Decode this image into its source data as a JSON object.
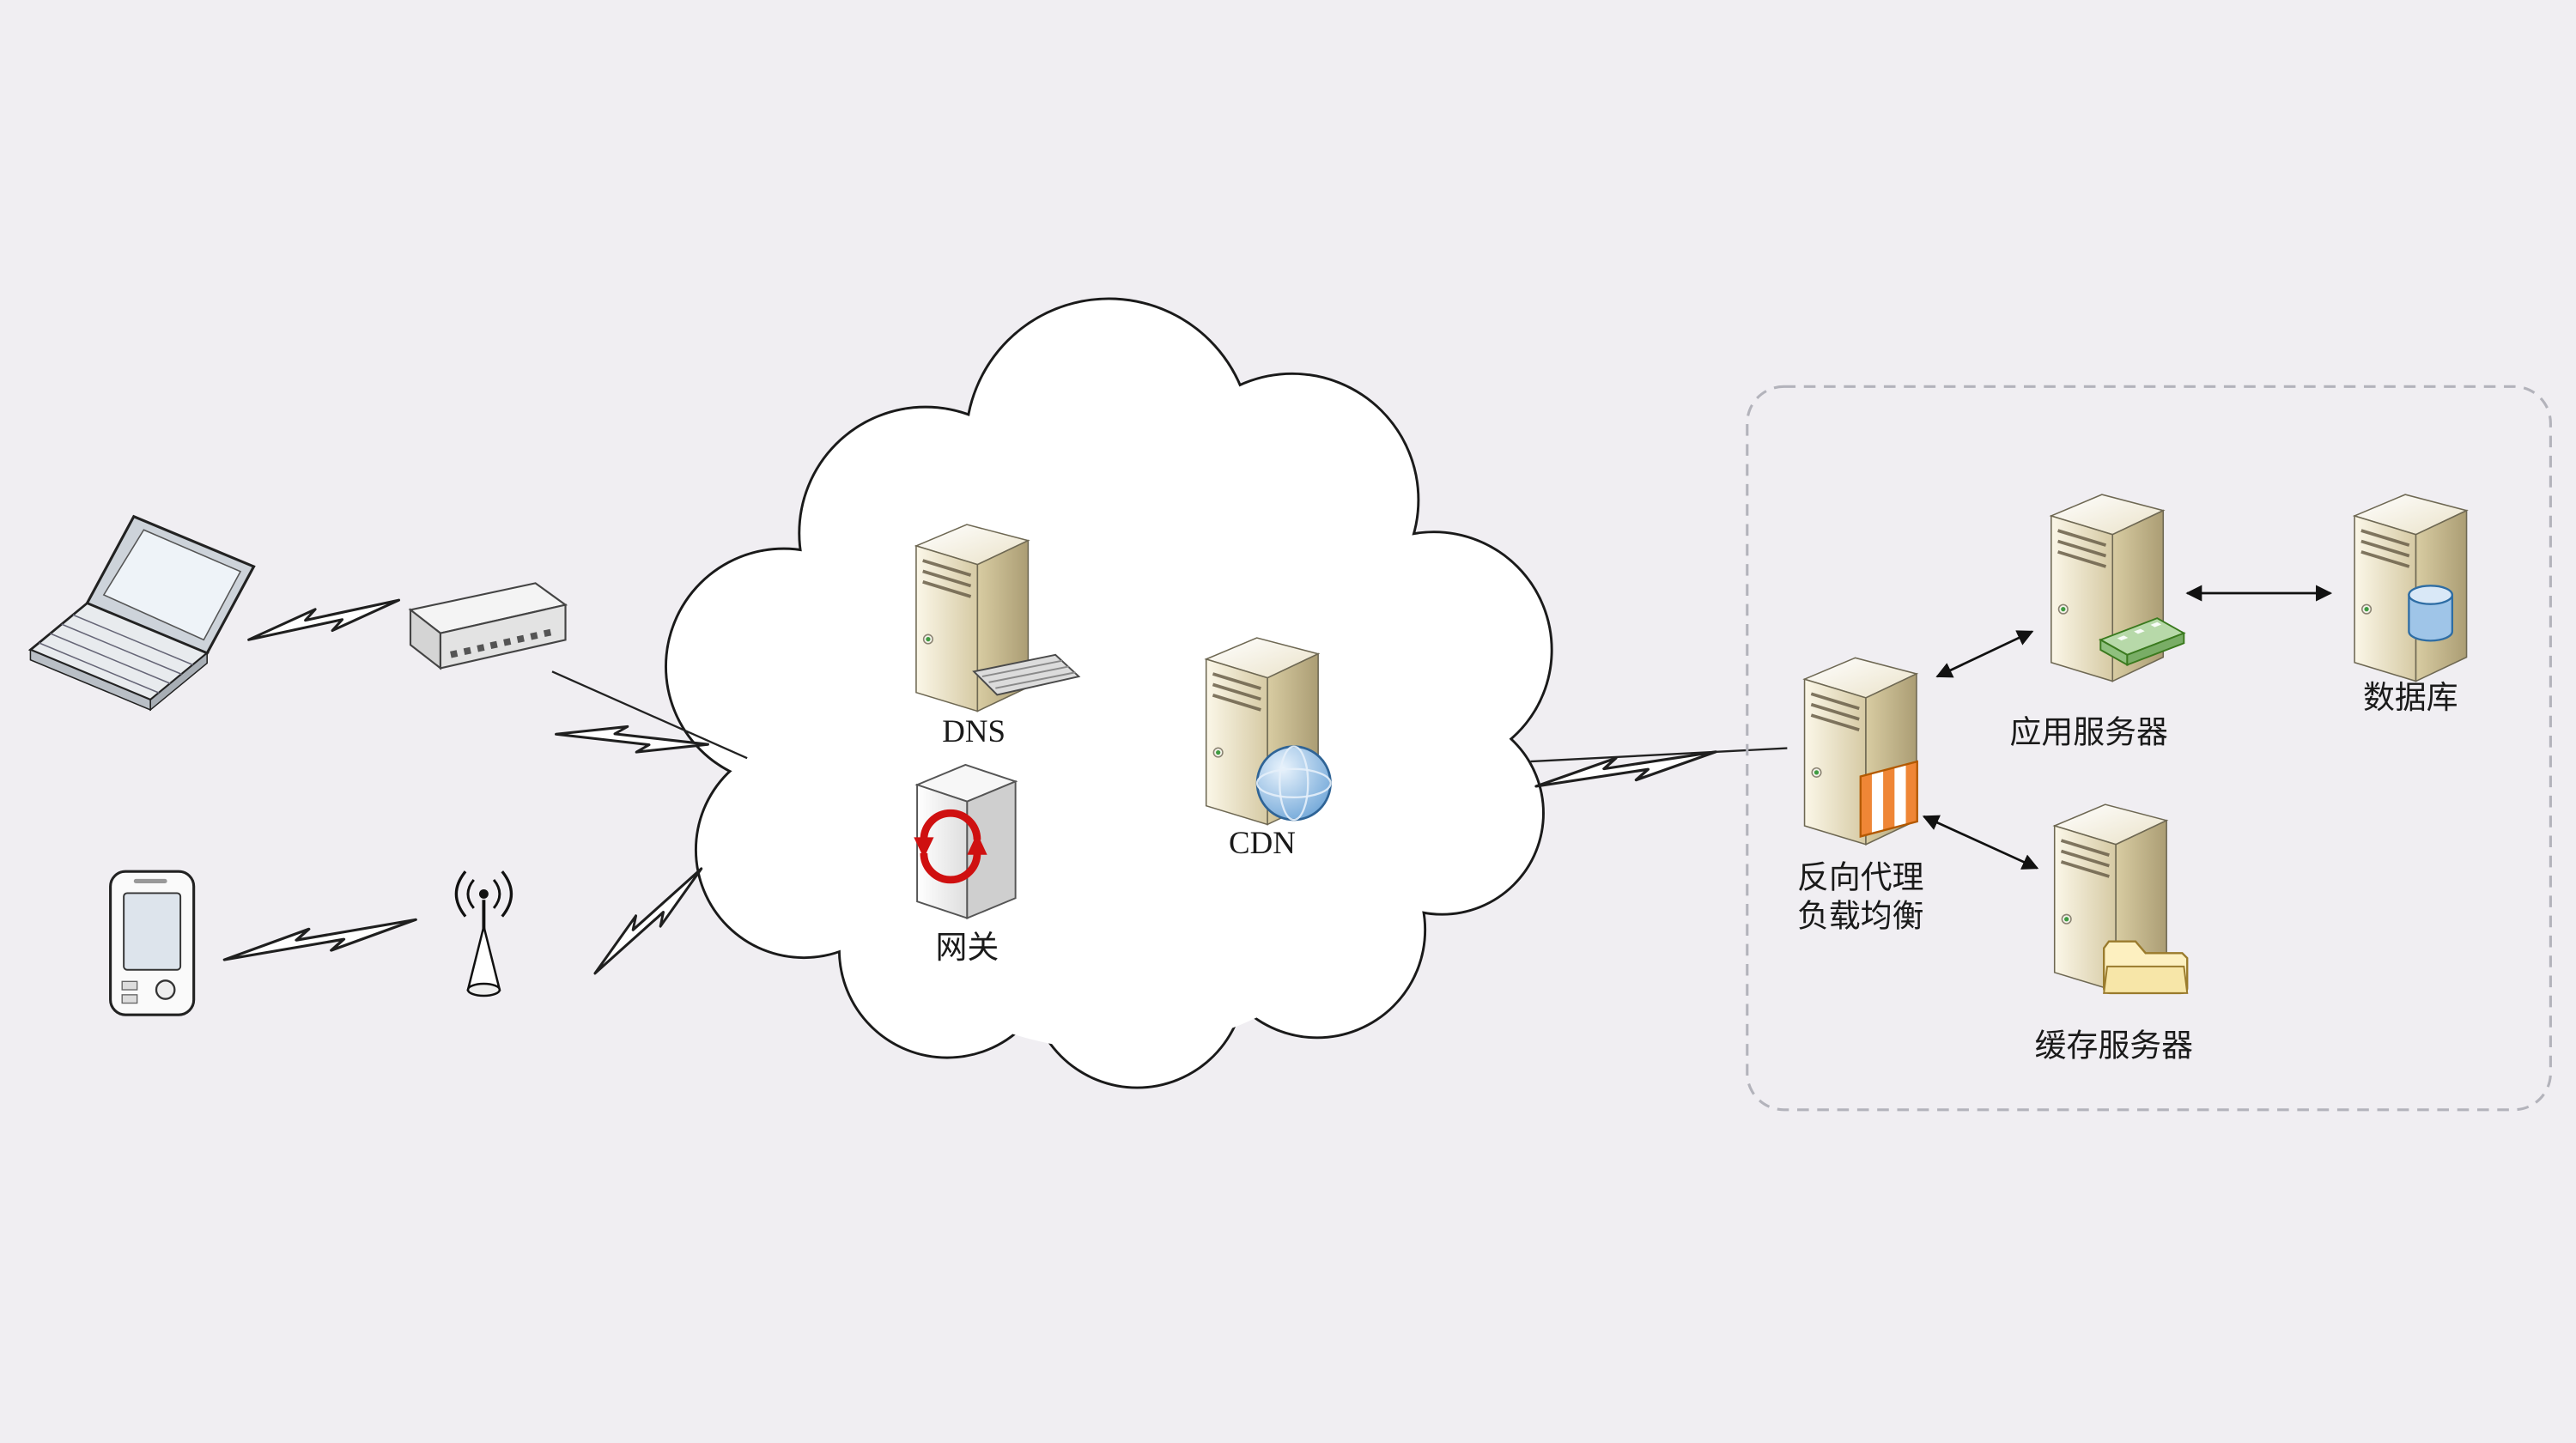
{
  "page": {
    "background_color": "#f0eef2"
  },
  "diagram": {
    "type": "network-architecture",
    "labels": {
      "dns": "DNS",
      "gateway": "网关",
      "cdn": "CDN",
      "reverse_proxy_line1": "反向代理",
      "reverse_proxy_line2": "负载均衡",
      "app_server": "应用服务器",
      "database": "数据库",
      "cache_server": "缓存服务器"
    },
    "unlabeled_nodes": [
      "laptop",
      "pda-phone",
      "network-switch",
      "wireless-antenna",
      "internet-cloud",
      "server-group-box"
    ],
    "connections": [
      {
        "from": "laptop",
        "to": "network-switch",
        "style": "lightning"
      },
      {
        "from": "network-switch",
        "to": "internet-cloud",
        "style": "lightning"
      },
      {
        "from": "pda-phone",
        "to": "wireless-antenna",
        "style": "lightning"
      },
      {
        "from": "wireless-antenna",
        "to": "internet-cloud",
        "style": "lightning"
      },
      {
        "from": "internet-cloud",
        "to": "reverse-proxy",
        "style": "lightning"
      },
      {
        "from": "reverse-proxy",
        "to": "app-server",
        "style": "double-arrow"
      },
      {
        "from": "app-server",
        "to": "database",
        "style": "double-arrow"
      },
      {
        "from": "reverse-proxy",
        "to": "cache-server",
        "style": "double-arrow"
      }
    ],
    "colors": {
      "outline": "#1a1a1a",
      "cloud_fill": "#ffffff",
      "server_body_beige": "#e6dcba",
      "gateway_arrows_red": "#cf1010",
      "globe_blue": "#6fa8dc",
      "network_card_green": "#b7d9a9",
      "stripe_orange": "#ef8636",
      "folder_cream": "#fdf0c0",
      "database_cylinder_blue": "#9fc5e8",
      "dashed_box_border": "#b3b3bb"
    }
  }
}
